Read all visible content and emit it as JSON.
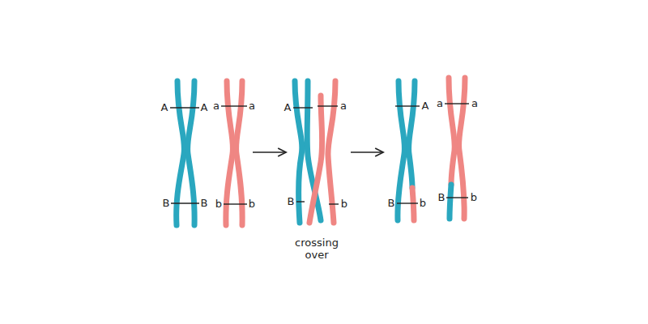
{
  "diagram": {
    "labels": [
      "A",
      "A",
      "a",
      "a",
      "B",
      "B",
      "b",
      "b",
      "A",
      "a",
      "B",
      "b",
      "crossing over",
      "A",
      "a",
      "a",
      "B",
      "b",
      "B",
      "b"
    ]
  }
}
